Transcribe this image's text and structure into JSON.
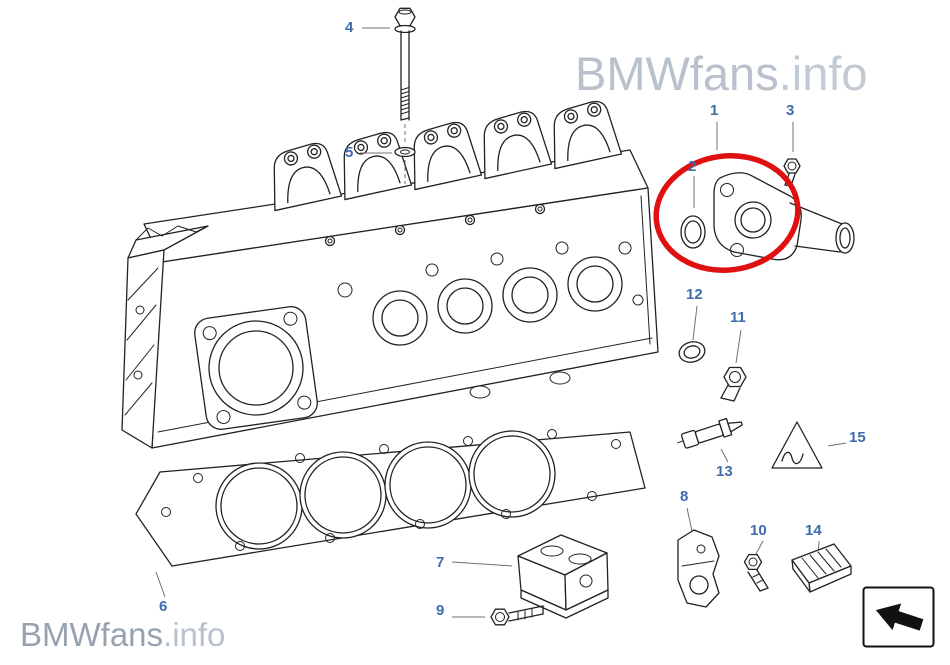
{
  "watermark": {
    "brand": "BMWfans",
    "tld": ".info"
  },
  "colors": {
    "callout": "#3e6cab",
    "highlight": "#df1010",
    "line": "#222222",
    "watermark_dark": "#97a2b0",
    "watermark_light": "#b8c1cc"
  },
  "callouts": {
    "p1": "1",
    "p2": "2",
    "p3": "3",
    "p4": "4",
    "p5": "5",
    "p6": "6",
    "p7": "7",
    "p8": "8",
    "p9": "9",
    "p10": "10",
    "p11": "11",
    "p12": "12",
    "p13": "13",
    "p14": "14",
    "p15": "15"
  },
  "icons": {
    "nav_arrow": "page-turn-arrow-icon"
  }
}
